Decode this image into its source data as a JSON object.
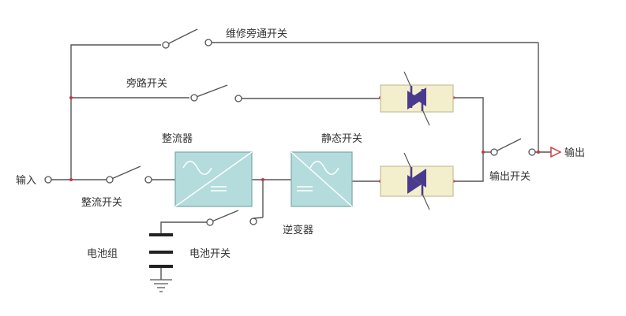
{
  "labels": {
    "maintenance_bypass_switch": "维修旁通开关",
    "bypass_switch": "旁路开关",
    "rectifier": "整流器",
    "static_switch": "静态开关",
    "input": "输入",
    "rectifier_switch": "整流开关",
    "inverter": "逆变器",
    "battery_pack": "电池组",
    "battery_switch": "电池开关",
    "output_switch": "输出开关",
    "output": "输出"
  },
  "colors": {
    "wire": "#555555",
    "node": "#c8373a",
    "converter_fill": "#b5dcdc",
    "converter_stroke": "#7aa8a8",
    "converter_symbol": "#ffffff",
    "thyristor_box_fill": "#f3efcc",
    "thyristor_box_stroke": "#c5bf9a",
    "thyristor": "#4a3a8e",
    "output_arrow": "#c8373a"
  },
  "icons": {
    "switch": "open-switch-icon",
    "rectifier": "ac-dc-converter-icon",
    "inverter": "dc-ac-converter-icon",
    "thyristor": "thyristor-pair-icon",
    "battery": "battery-icon",
    "ground": "ground-icon",
    "output": "arrow-right-icon"
  }
}
